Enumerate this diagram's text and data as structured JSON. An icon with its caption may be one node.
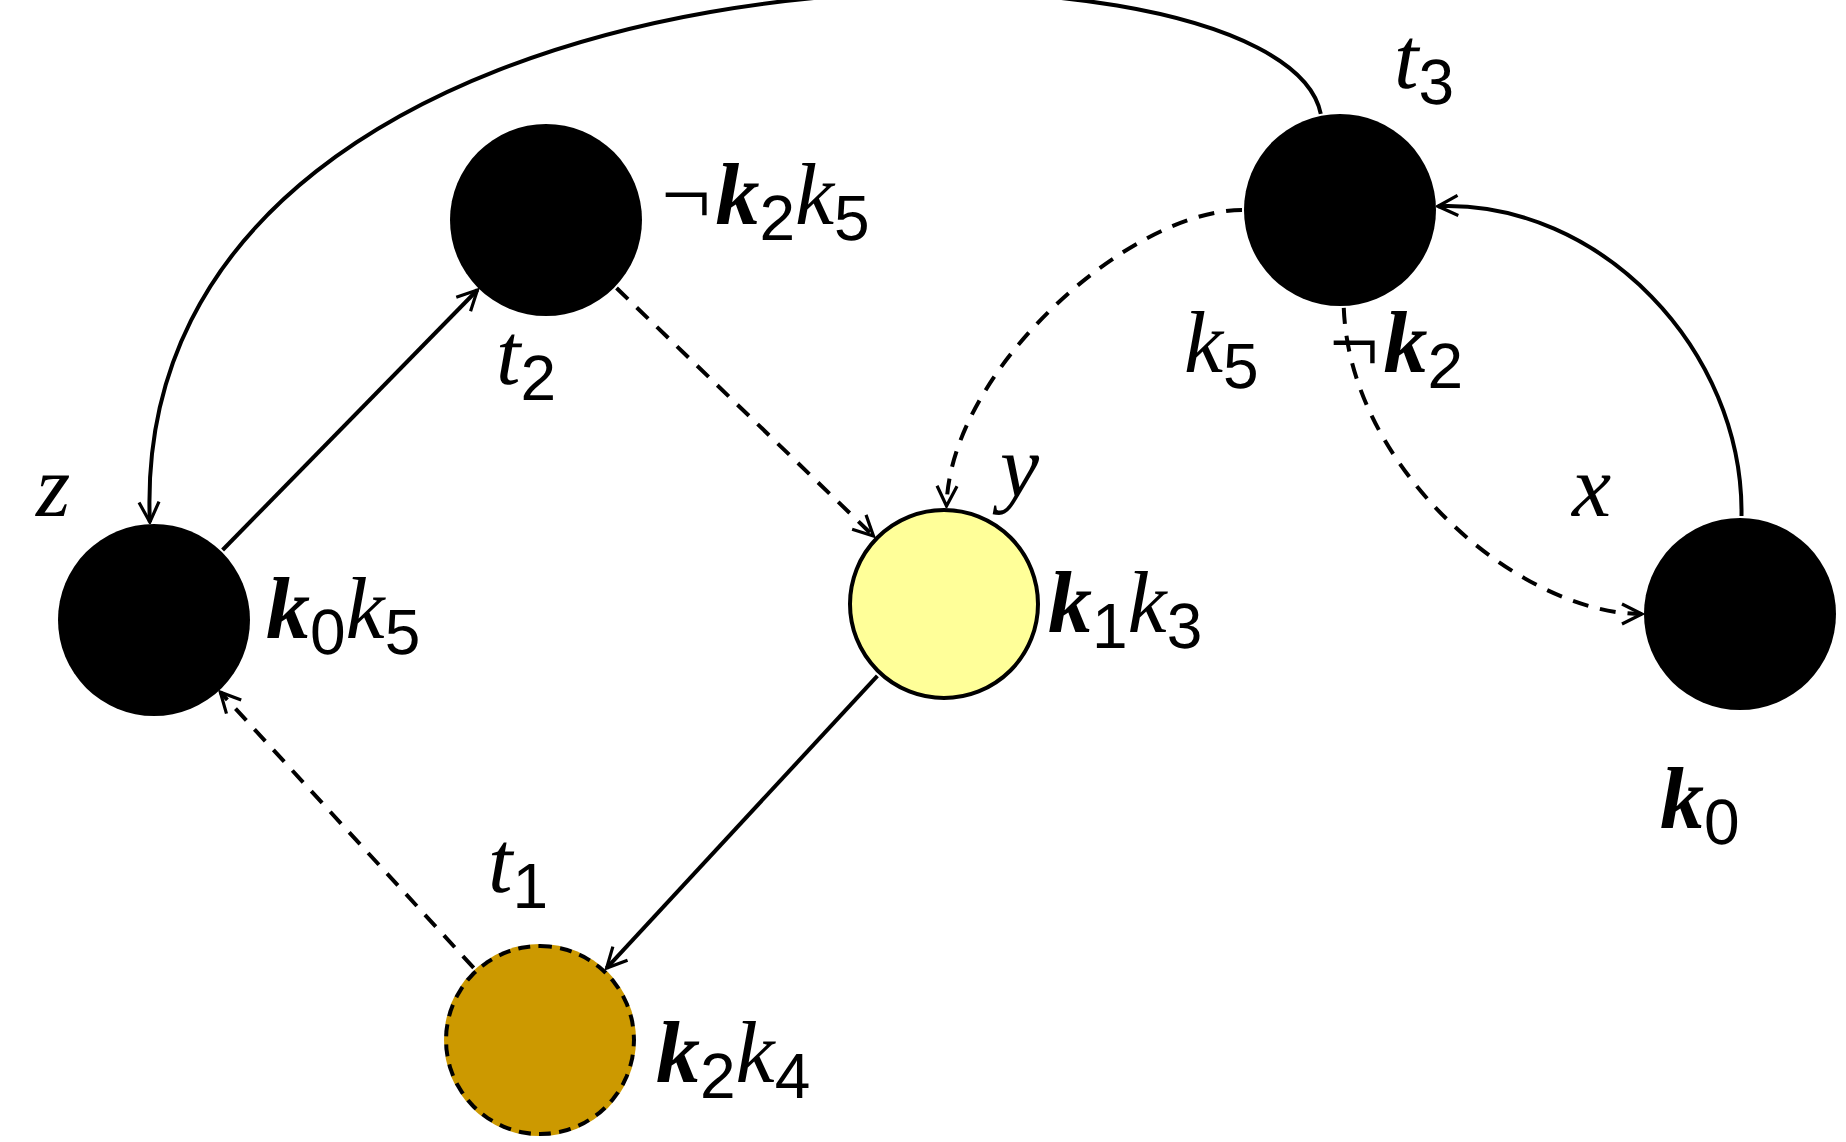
{
  "diagram": {
    "nodes": [
      {
        "text": [
          "t$_{2}$"
        ],
        "beside": [
          "¬**k**$_{2}$k$_{5}$"
        ]
      },
      {
        "text": [
          "t$_{3}$"
        ],
        "beside": [
          "k$_{5}$",
          "¬**k**$_{2}$"
        ]
      },
      {
        "text": [
          "z"
        ],
        "beside": [
          "**k**$_{0}$k$_{5}$"
        ]
      },
      {
        "text": [
          "y"
        ],
        "beside": [
          "**k**$_{1}$k$_{3}$"
        ]
      },
      {
        "text": [
          "x"
        ],
        "beside": [
          "**k**$_{0}$"
        ]
      },
      {
        "text": [
          "t$_{1}$"
        ],
        "beside": [
          "**k**$_{2}$k$_{4}$"
        ]
      }
    ],
    "edges": [
      {
        "from": 2,
        "to": 0,
        "arrow": "to"
      },
      {
        "from": 0,
        "to": 3,
        "arrow": "to",
        "style": "dashed"
      },
      {
        "from": 1,
        "to": 2,
        "arrow": "to"
      },
      {
        "from": 1,
        "to": 3,
        "arrow": "to",
        "style": "dashed"
      },
      {
        "from": 1,
        "to": 4,
        "arrow": "to",
        "style": "dashed"
      },
      {
        "from": 4,
        "to": 1,
        "arrow": "to"
      },
      {
        "from": 3,
        "to": 5,
        "arrow": "to"
      },
      {
        "from": 5,
        "to": 2,
        "arrow": "to",
        "style": "dashed"
      }
    ]
  }
}
